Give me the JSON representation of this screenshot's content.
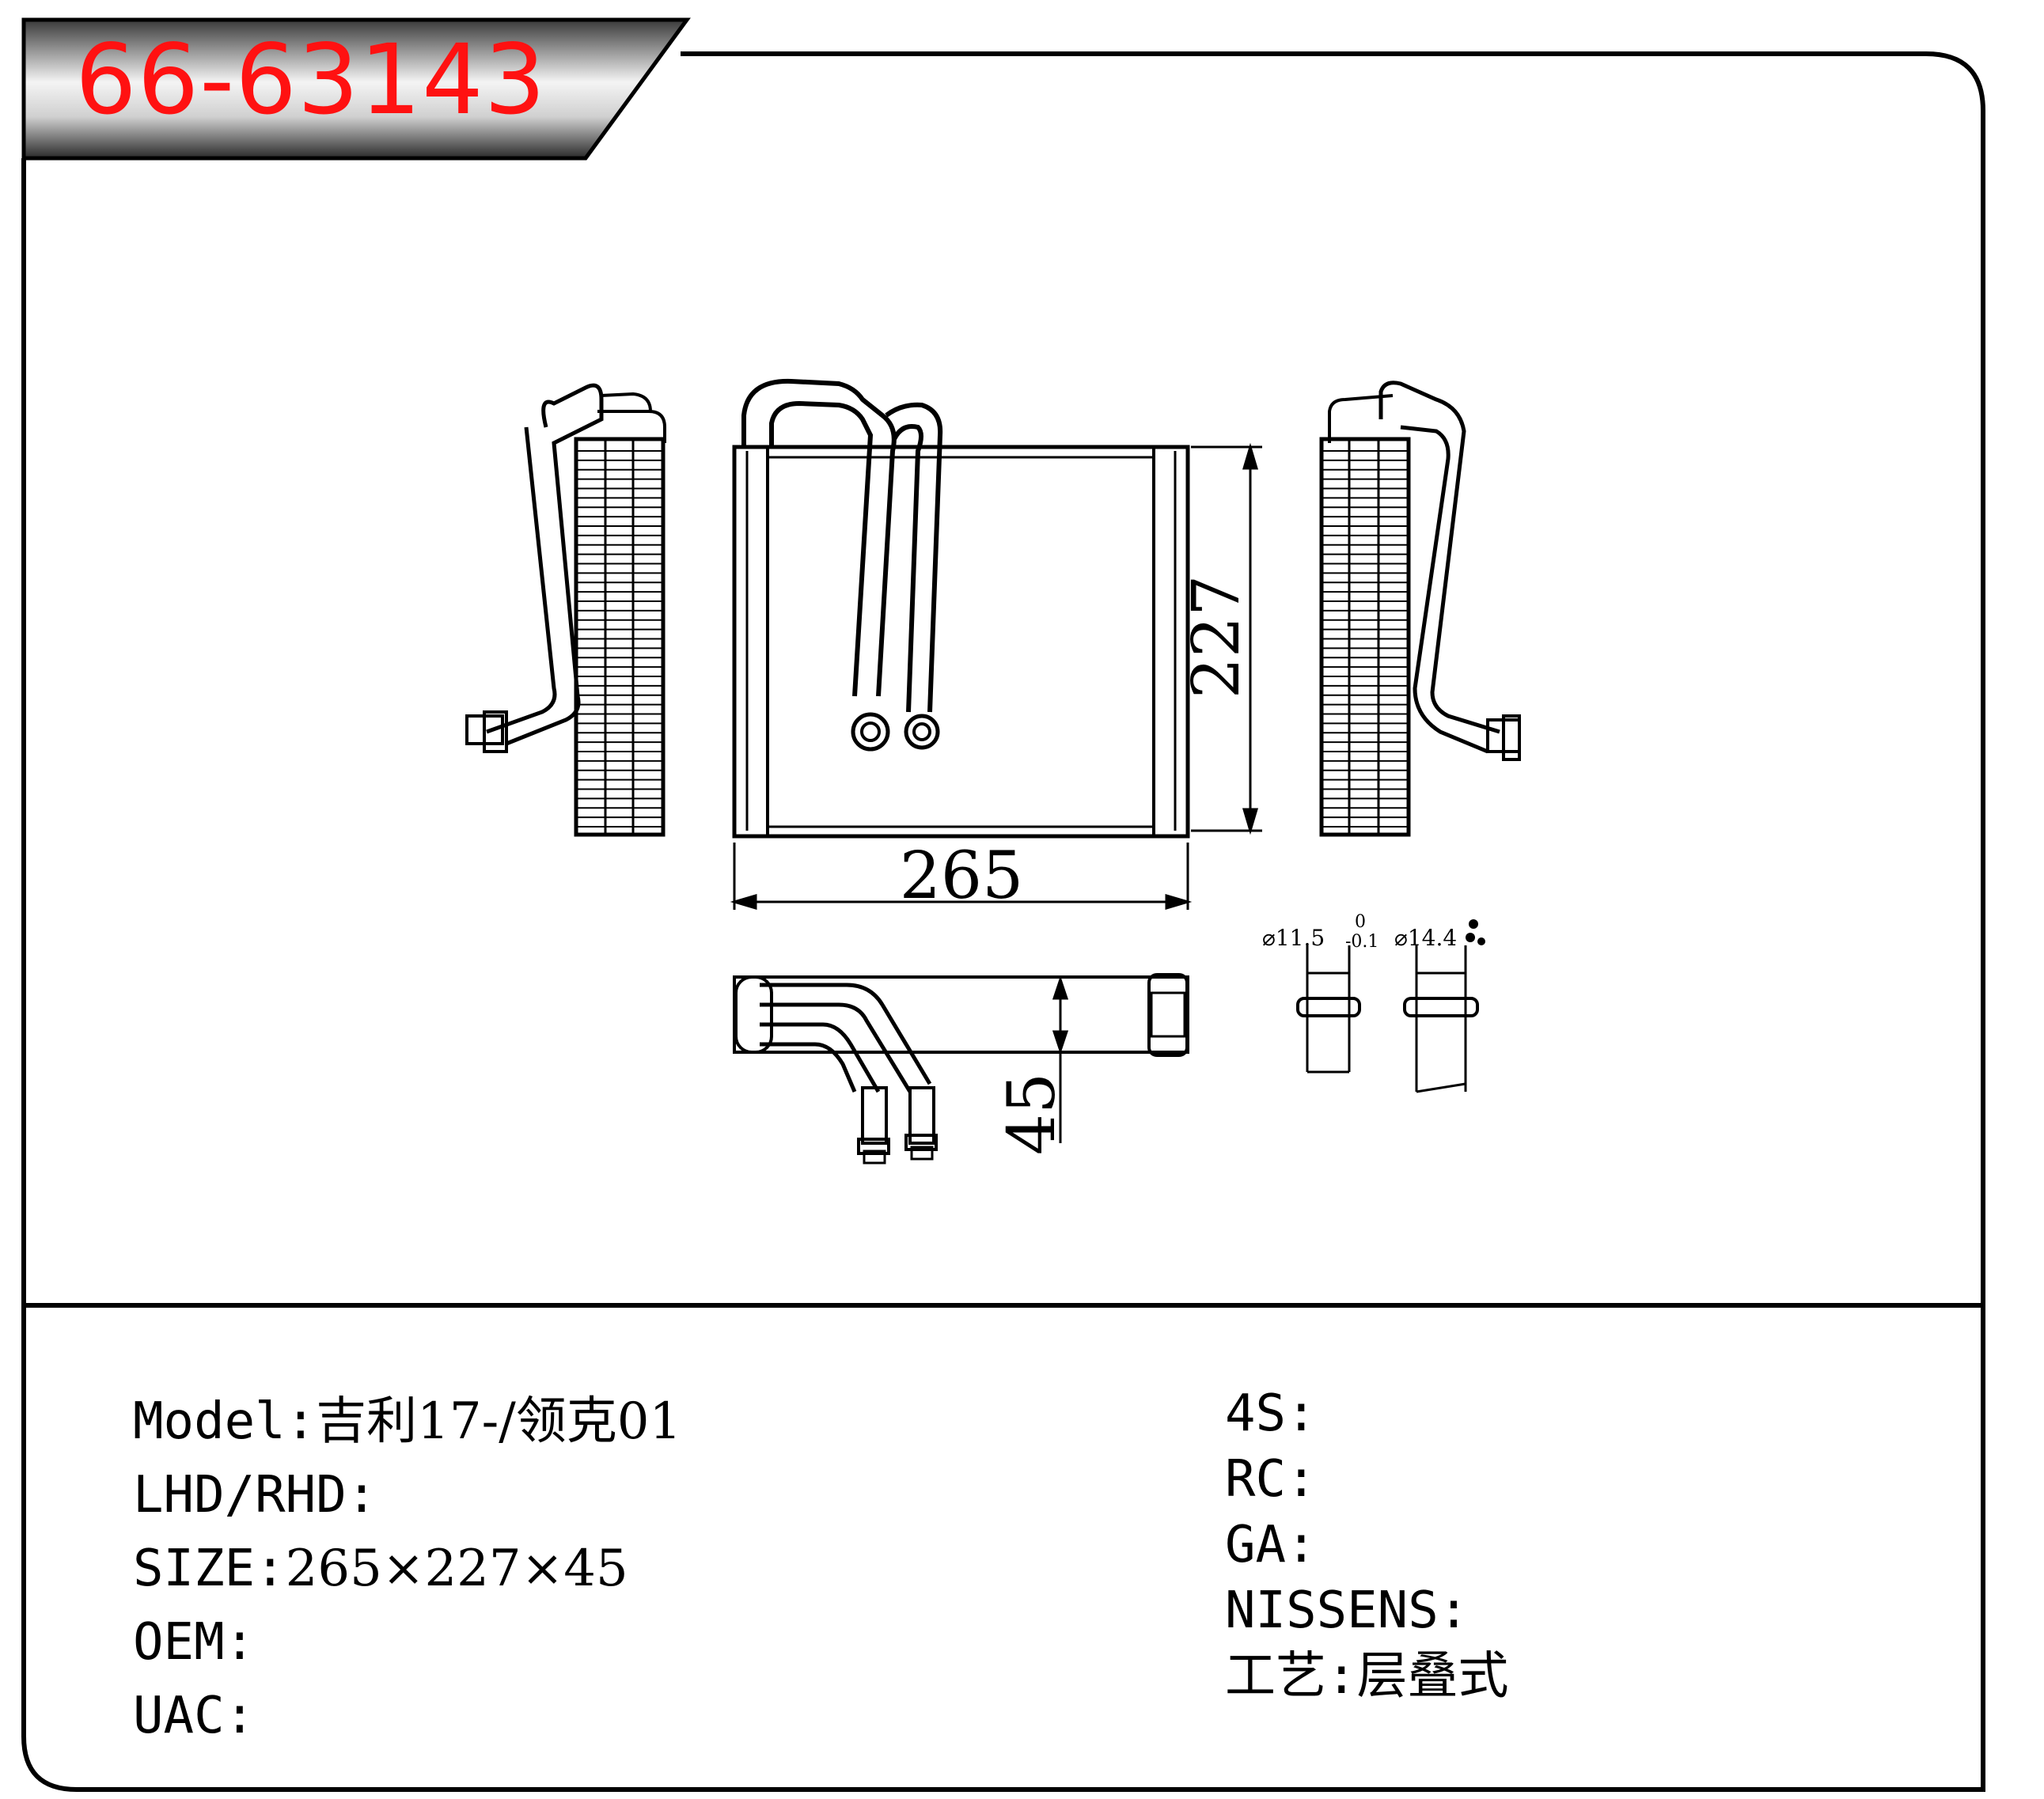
{
  "part_number": "66-63143",
  "drawing": {
    "dim_width": "265",
    "dim_height": "227",
    "dim_depth": "45",
    "pipe_small_dia": "⌀11.5",
    "tol_upper": "0",
    "tol_lower": "-0.1",
    "pipe_large_dia": "⌀14.4"
  },
  "specs_left": [
    {
      "label": "Model:",
      "value": "吉利17-/领克01"
    },
    {
      "label": "LHD/RHD:",
      "value": ""
    },
    {
      "label": "SIZE:",
      "value": "265×227×45"
    },
    {
      "label": "OEM:",
      "value": ""
    },
    {
      "label": "UAC:",
      "value": ""
    }
  ],
  "specs_right": [
    {
      "label": "4S:",
      "value": ""
    },
    {
      "label": "RC:",
      "value": ""
    },
    {
      "label": "GA:",
      "value": ""
    },
    {
      "label": "NISSENS:",
      "value": ""
    },
    {
      "label": "工艺:",
      "value": "层叠式"
    }
  ],
  "colors": {
    "title": "#ff1111",
    "line": "#000000",
    "banner_dark": "#333333",
    "banner_light": "#f2f2f2"
  }
}
